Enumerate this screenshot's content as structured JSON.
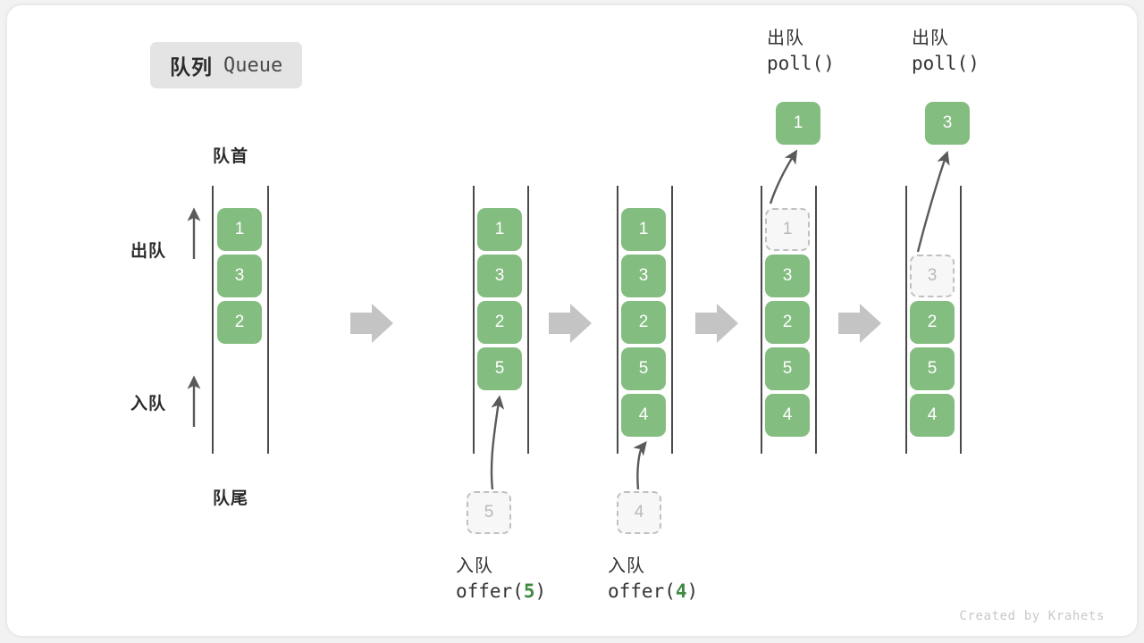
{
  "title": {
    "cn": "队列",
    "en": "Queue"
  },
  "legend": {
    "front_label": "队首",
    "rear_label": "队尾",
    "dequeue_label": "出队",
    "enqueue_label": "入队"
  },
  "watermark": "Created by Krahets",
  "colors": {
    "cell_green": "#84bd80",
    "ghost_fill": "#f7f7f7",
    "ghost_border": "#c0c0c0",
    "rail": "#4a4a4a",
    "step_arrow": "#c4c4c4",
    "curve_arrow": "#5a5a5a",
    "chip_bg": "#e4e4e4",
    "text_dark": "#333333",
    "accent_green_text": "#3f8a3f"
  },
  "columns": [
    {
      "id": "state-initial",
      "cells": [
        "1",
        "3",
        "2"
      ],
      "ghost_index": -1
    },
    {
      "id": "state-after-offer-5",
      "cells": [
        "1",
        "3",
        "2",
        "5"
      ],
      "ghost_index": -1
    },
    {
      "id": "state-after-offer-4",
      "cells": [
        "1",
        "3",
        "2",
        "5",
        "4"
      ],
      "ghost_index": -1
    },
    {
      "id": "state-poll-1",
      "cells": [
        "1",
        "3",
        "2",
        "5",
        "4"
      ],
      "ghost_index": 0
    },
    {
      "id": "state-poll-3",
      "cells": [
        "3",
        "2",
        "5",
        "4"
      ],
      "ghost_index": 0
    }
  ],
  "operations": {
    "offer_5": {
      "cn": "入队",
      "code_prefix": "offer(",
      "code_value": "5",
      "code_suffix": ")",
      "incoming_value": "5"
    },
    "offer_4": {
      "cn": "入队",
      "code_prefix": "offer(",
      "code_value": "4",
      "code_suffix": ")",
      "incoming_value": "4"
    },
    "poll_1": {
      "cn": "出队",
      "code": "poll()",
      "popped_value": "1"
    },
    "poll_3": {
      "cn": "出队",
      "code": "poll()",
      "popped_value": "3"
    }
  }
}
